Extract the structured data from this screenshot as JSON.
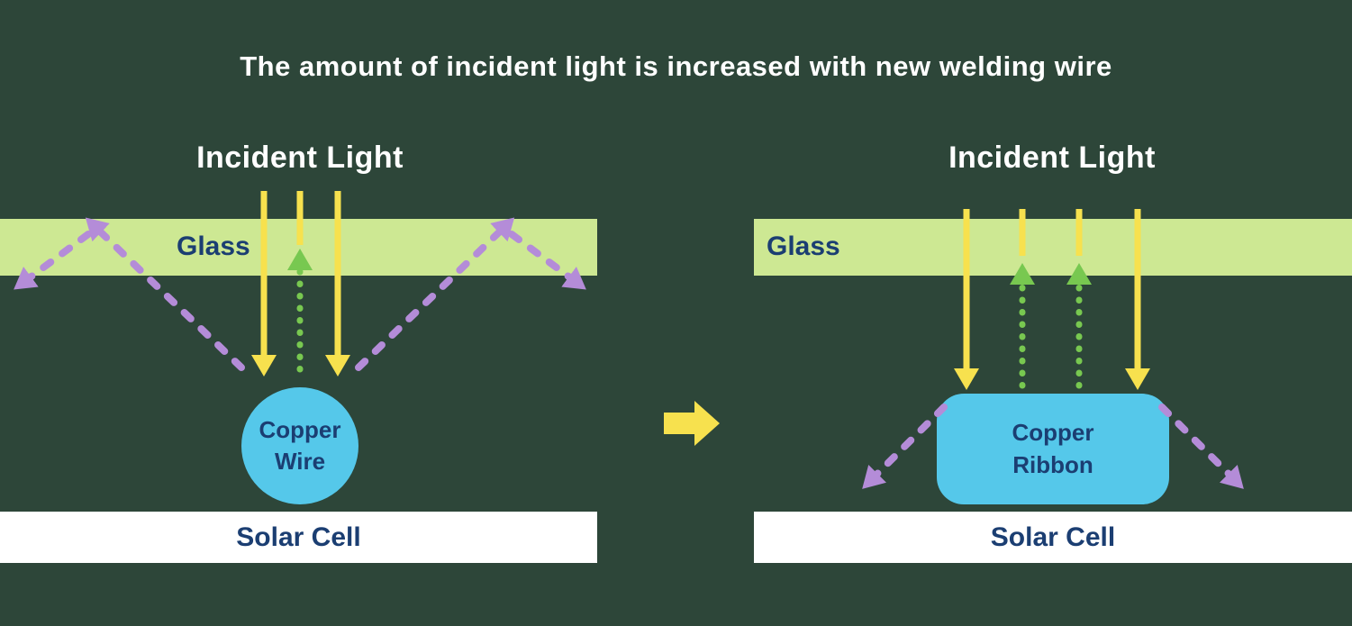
{
  "title": "The amount of incident light is increased with new welding wire",
  "colors": {
    "background": "#2d4639",
    "title_text": "#ffffff",
    "glass_fill": "#cde893",
    "label_navy": "#1b3e72",
    "incident_yellow": "#f7e14e",
    "reflected_green": "#78c850",
    "scattered_purple": "#b48cd8",
    "conductor_cyan": "#55c8ea",
    "solar_cell_white": "#ffffff"
  },
  "left_diagram": {
    "incident_light_label": "Incident Light",
    "glass_label": "Glass",
    "conductor_label": "Copper Wire",
    "solar_cell_label": "Solar Cell"
  },
  "right_diagram": {
    "incident_light_label": "Incident Light",
    "glass_label": "Glass",
    "conductor_label": "Copper Ribbon",
    "solar_cell_label": "Solar Cell"
  }
}
